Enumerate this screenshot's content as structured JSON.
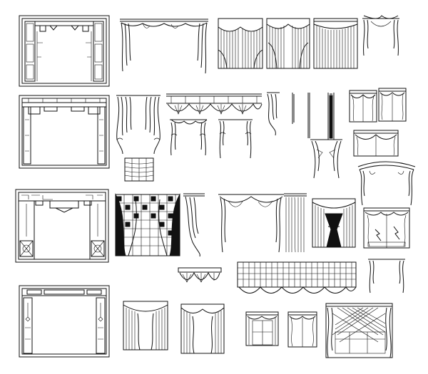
{
  "sheet": {
    "background": "#ffffff",
    "stroke": "#111111"
  },
  "groups": [
    {
      "name": "carved-door-frames",
      "count": 4
    },
    {
      "name": "curtain-elevations",
      "count": 30
    },
    {
      "name": "valance-details",
      "count": 4
    }
  ]
}
